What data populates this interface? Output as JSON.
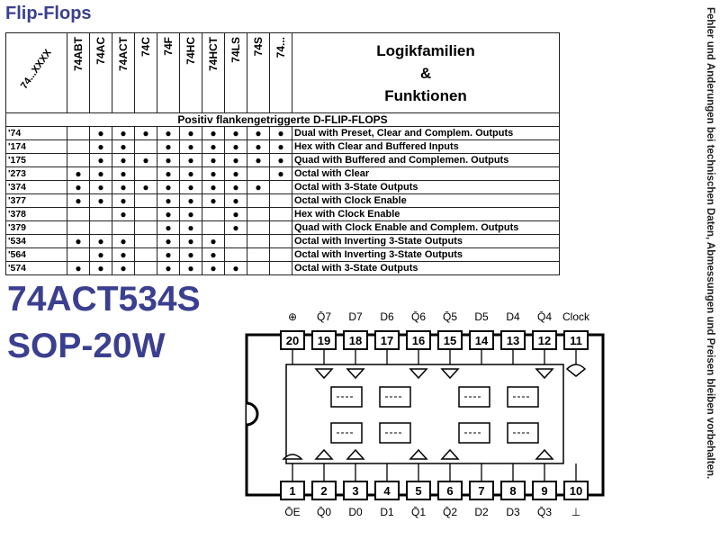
{
  "title": "Flip-Flops",
  "side_note": "Fehler und Änderungen bei technischen Daten, Abmessungen und Preisen bleiben vorbehalten.",
  "table": {
    "corner_label": "74...XXXX",
    "families": [
      "74ABT",
      "74AC",
      "74ACT",
      "74C",
      "74F",
      "74HC",
      "74HCT",
      "74LS",
      "74S",
      "74..."
    ],
    "function_header": [
      "Logikfamilien",
      "&",
      "Funktionen"
    ],
    "section_title": "Positiv flankengetriggerte D-FLIP-FLOPS",
    "dot_symbol": "●",
    "rows": [
      {
        "code": "'74",
        "dots": [
          0,
          1,
          1,
          1,
          1,
          1,
          1,
          1,
          1,
          1
        ],
        "desc": "Dual with Preset, Clear and Complem. Outputs"
      },
      {
        "code": "'174",
        "dots": [
          0,
          1,
          1,
          0,
          1,
          1,
          1,
          1,
          1,
          1
        ],
        "desc": "Hex with Clear and Buffered Inputs"
      },
      {
        "code": "'175",
        "dots": [
          0,
          1,
          1,
          1,
          1,
          1,
          1,
          1,
          1,
          1
        ],
        "desc": "Quad with Buffered and Complemen. Outputs"
      },
      {
        "code": "'273",
        "dots": [
          1,
          1,
          1,
          0,
          1,
          1,
          1,
          1,
          0,
          1
        ],
        "desc": "Octal with Clear"
      },
      {
        "code": "'374",
        "dots": [
          1,
          1,
          1,
          1,
          1,
          1,
          1,
          1,
          1,
          0
        ],
        "desc": "Octal with 3-State Outputs"
      },
      {
        "code": "'377",
        "dots": [
          1,
          1,
          1,
          0,
          1,
          1,
          1,
          1,
          0,
          0
        ],
        "desc": "Octal with Clock Enable"
      },
      {
        "code": "'378",
        "dots": [
          0,
          0,
          1,
          0,
          1,
          1,
          0,
          1,
          0,
          0
        ],
        "desc": "Hex with Clock Enable"
      },
      {
        "code": "'379",
        "dots": [
          0,
          0,
          0,
          0,
          1,
          1,
          0,
          1,
          0,
          0
        ],
        "desc": "Quad with Clock Enable and Complem. Outputs"
      },
      {
        "code": "'534",
        "dots": [
          1,
          1,
          1,
          0,
          1,
          1,
          1,
          0,
          0,
          0
        ],
        "desc": "Octal with Inverting 3-State Outputs"
      },
      {
        "code": "'564",
        "dots": [
          0,
          1,
          1,
          0,
          1,
          1,
          1,
          0,
          0,
          0
        ],
        "desc": "Octal with Inverting 3-State Outputs"
      },
      {
        "code": "'574",
        "dots": [
          1,
          1,
          1,
          0,
          1,
          1,
          1,
          1,
          0,
          0
        ],
        "desc": "Octal with 3-State Outputs"
      }
    ]
  },
  "part_number": "74ACT534S",
  "package": "SOP-20W",
  "pinout": {
    "top_labels": [
      "⊕",
      "Q̄7",
      "D7",
      "D6",
      "Q̄6",
      "Q̄5",
      "D5",
      "D4",
      "Q̄4",
      "Clock"
    ],
    "top_pins": [
      "20",
      "19",
      "18",
      "17",
      "16",
      "15",
      "14",
      "13",
      "12",
      "11"
    ],
    "bottom_labels": [
      "ŌE",
      "Q̄0",
      "D0",
      "D1",
      "Q̄1",
      "Q̄2",
      "D2",
      "D3",
      "Q̄3",
      "⊥"
    ],
    "bottom_pins": [
      "1",
      "2",
      "3",
      "4",
      "5",
      "6",
      "7",
      "8",
      "9",
      "10"
    ]
  }
}
